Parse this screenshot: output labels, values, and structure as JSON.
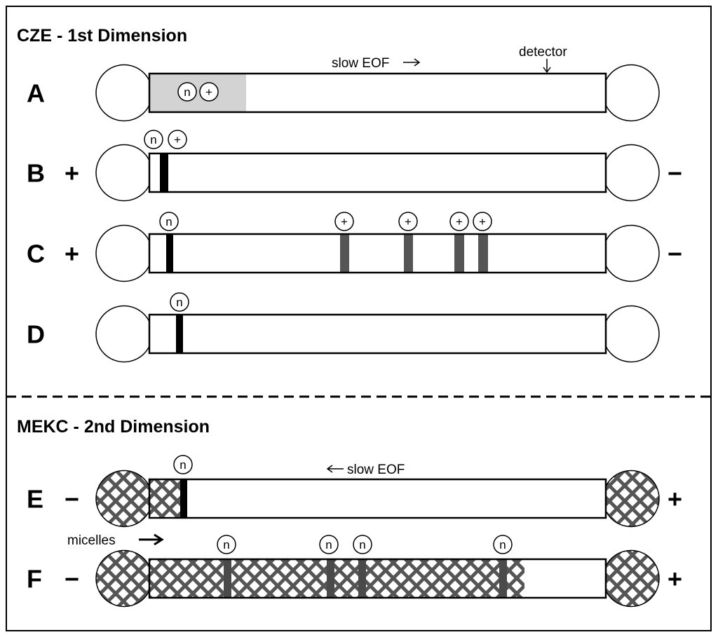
{
  "sections": {
    "cze": {
      "title": "CZE - 1st Dimension"
    },
    "mekc": {
      "title": "MEKC - 2nd Dimension"
    }
  },
  "annotations": {
    "eof_forward": "slow EOF",
    "detector": "detector",
    "eof_reverse": "slow EOF",
    "micelles": "micelles"
  },
  "polarity": {
    "positive": "+",
    "negative": "−"
  },
  "badges": {
    "neutral": "n",
    "cation": "+"
  },
  "rows": [
    {
      "label": "A",
      "left": "",
      "right": ""
    },
    {
      "label": "B",
      "left": "+",
      "right": "−"
    },
    {
      "label": "C",
      "left": "+",
      "right": "−"
    },
    {
      "label": "D",
      "left": "",
      "right": ""
    },
    {
      "label": "E",
      "left": "−",
      "right": "+"
    },
    {
      "label": "F",
      "left": "−",
      "right": "+"
    }
  ],
  "colors": {
    "line": "#000000",
    "sample_plug": "#d3d3d3",
    "cation_band": "#555555",
    "neutral_band": "#000000",
    "micelle_hatch": "#555555",
    "neutral_band_micellar": "#4a4a4a"
  }
}
